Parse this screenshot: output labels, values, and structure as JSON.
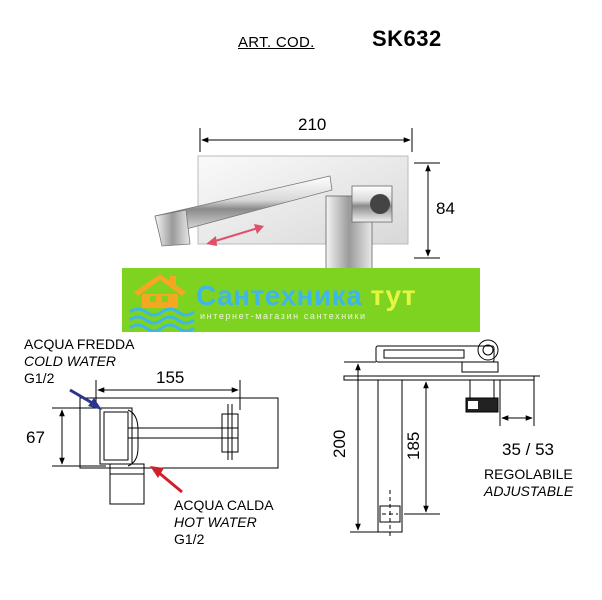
{
  "header": {
    "art_label": "ART. COD.",
    "art_code": "SK632"
  },
  "dimensions": {
    "width_top": "210",
    "height_plate": "84",
    "spout_length": "155",
    "plate_offset": "67",
    "total_depth": "200",
    "inner_depth": "185",
    "adjust_range": "35 / 53"
  },
  "notes": {
    "cold": {
      "line1": "ACQUA FREDDA",
      "line2": "COLD WATER",
      "line3": "G1/2"
    },
    "hot": {
      "line1": "ACQUA CALDA",
      "line2": "HOT WATER",
      "line3": "G1/2"
    },
    "adjust": {
      "line1": "REGOLABILE",
      "line2": "ADJUSTABLE"
    }
  },
  "watermark": {
    "brand_main": "Сантехника",
    "brand_accent": "тут",
    "tagline": "интернет-магазин сантехники"
  },
  "colors": {
    "banner": "#7ed321",
    "brand_blue": "#3fb6e8",
    "cold_arrow": "#2a3590",
    "hot_arrow": "#d0202a",
    "adjust_arrow": "#e0506a"
  }
}
